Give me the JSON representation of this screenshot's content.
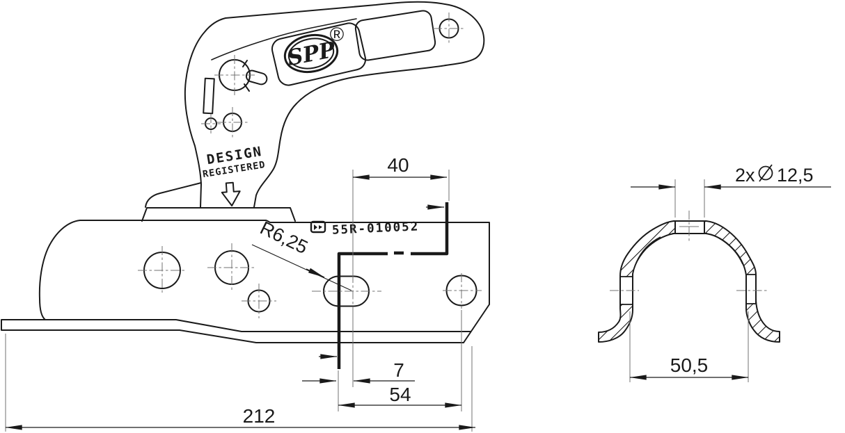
{
  "drawing": {
    "background": "#ffffff",
    "line_color": "#1a1a1a",
    "thin_line_color": "#707070",
    "brand": {
      "logo_text": "SPP",
      "registered_symbol": "®"
    },
    "stamps": {
      "design_line1": "DESIGN",
      "design_line2": "REGISTERED",
      "approval_number": "55R-010052"
    },
    "side_view": {
      "dim_top_width": "40",
      "dim_slot_offset": "7",
      "dim_hole_spacing": "54",
      "dim_overall_length": "212",
      "label_slot_radius": "R6,25"
    },
    "section_view": {
      "dim_hole_note_count": "2x",
      "dim_hole_diameter": "12,5",
      "dim_inner_width": "50,5"
    }
  }
}
